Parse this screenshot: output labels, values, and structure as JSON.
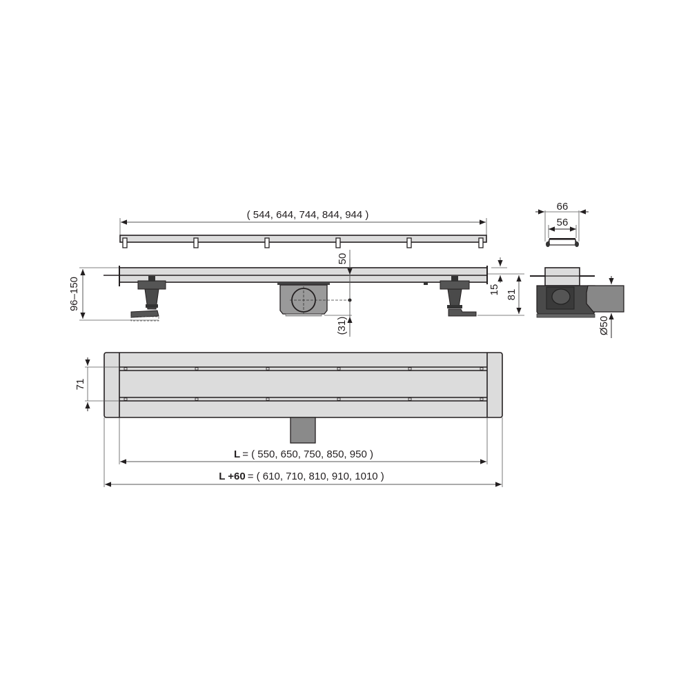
{
  "drawing": {
    "title": "Linear shower drain technical drawing",
    "colors": {
      "line": "#231f20",
      "dim_line": "#555555",
      "steel_fill": "#dcdcdc",
      "body_fill": "#9a9a9a",
      "dark_part": "#444444"
    }
  },
  "top_view_grate": {
    "dimension_label": "( 544, 644, 744, 844, 944 )",
    "values_mm": [
      544,
      644,
      744,
      844,
      944
    ]
  },
  "side_view": {
    "height_range_label": "96–150",
    "grate_height_label": "50",
    "outlet_label": "(31)",
    "frame_label": "15",
    "total_depth_label": "81"
  },
  "section_view": {
    "outer_width_label": "66",
    "inner_width_label": "56",
    "outlet_diameter_label": "Ø50"
  },
  "plan_view": {
    "width_label": "71",
    "length_prefix": "L",
    "length_label": "= ( 550, 650, 750, 850, 950 )",
    "length_values_mm": [
      550,
      650,
      750,
      850,
      950
    ],
    "total_prefix": "L +60",
    "total_label": "= ( 610, 710, 810, 910, 1010 )",
    "total_values_mm": [
      610,
      710,
      810,
      910,
      1010
    ]
  }
}
